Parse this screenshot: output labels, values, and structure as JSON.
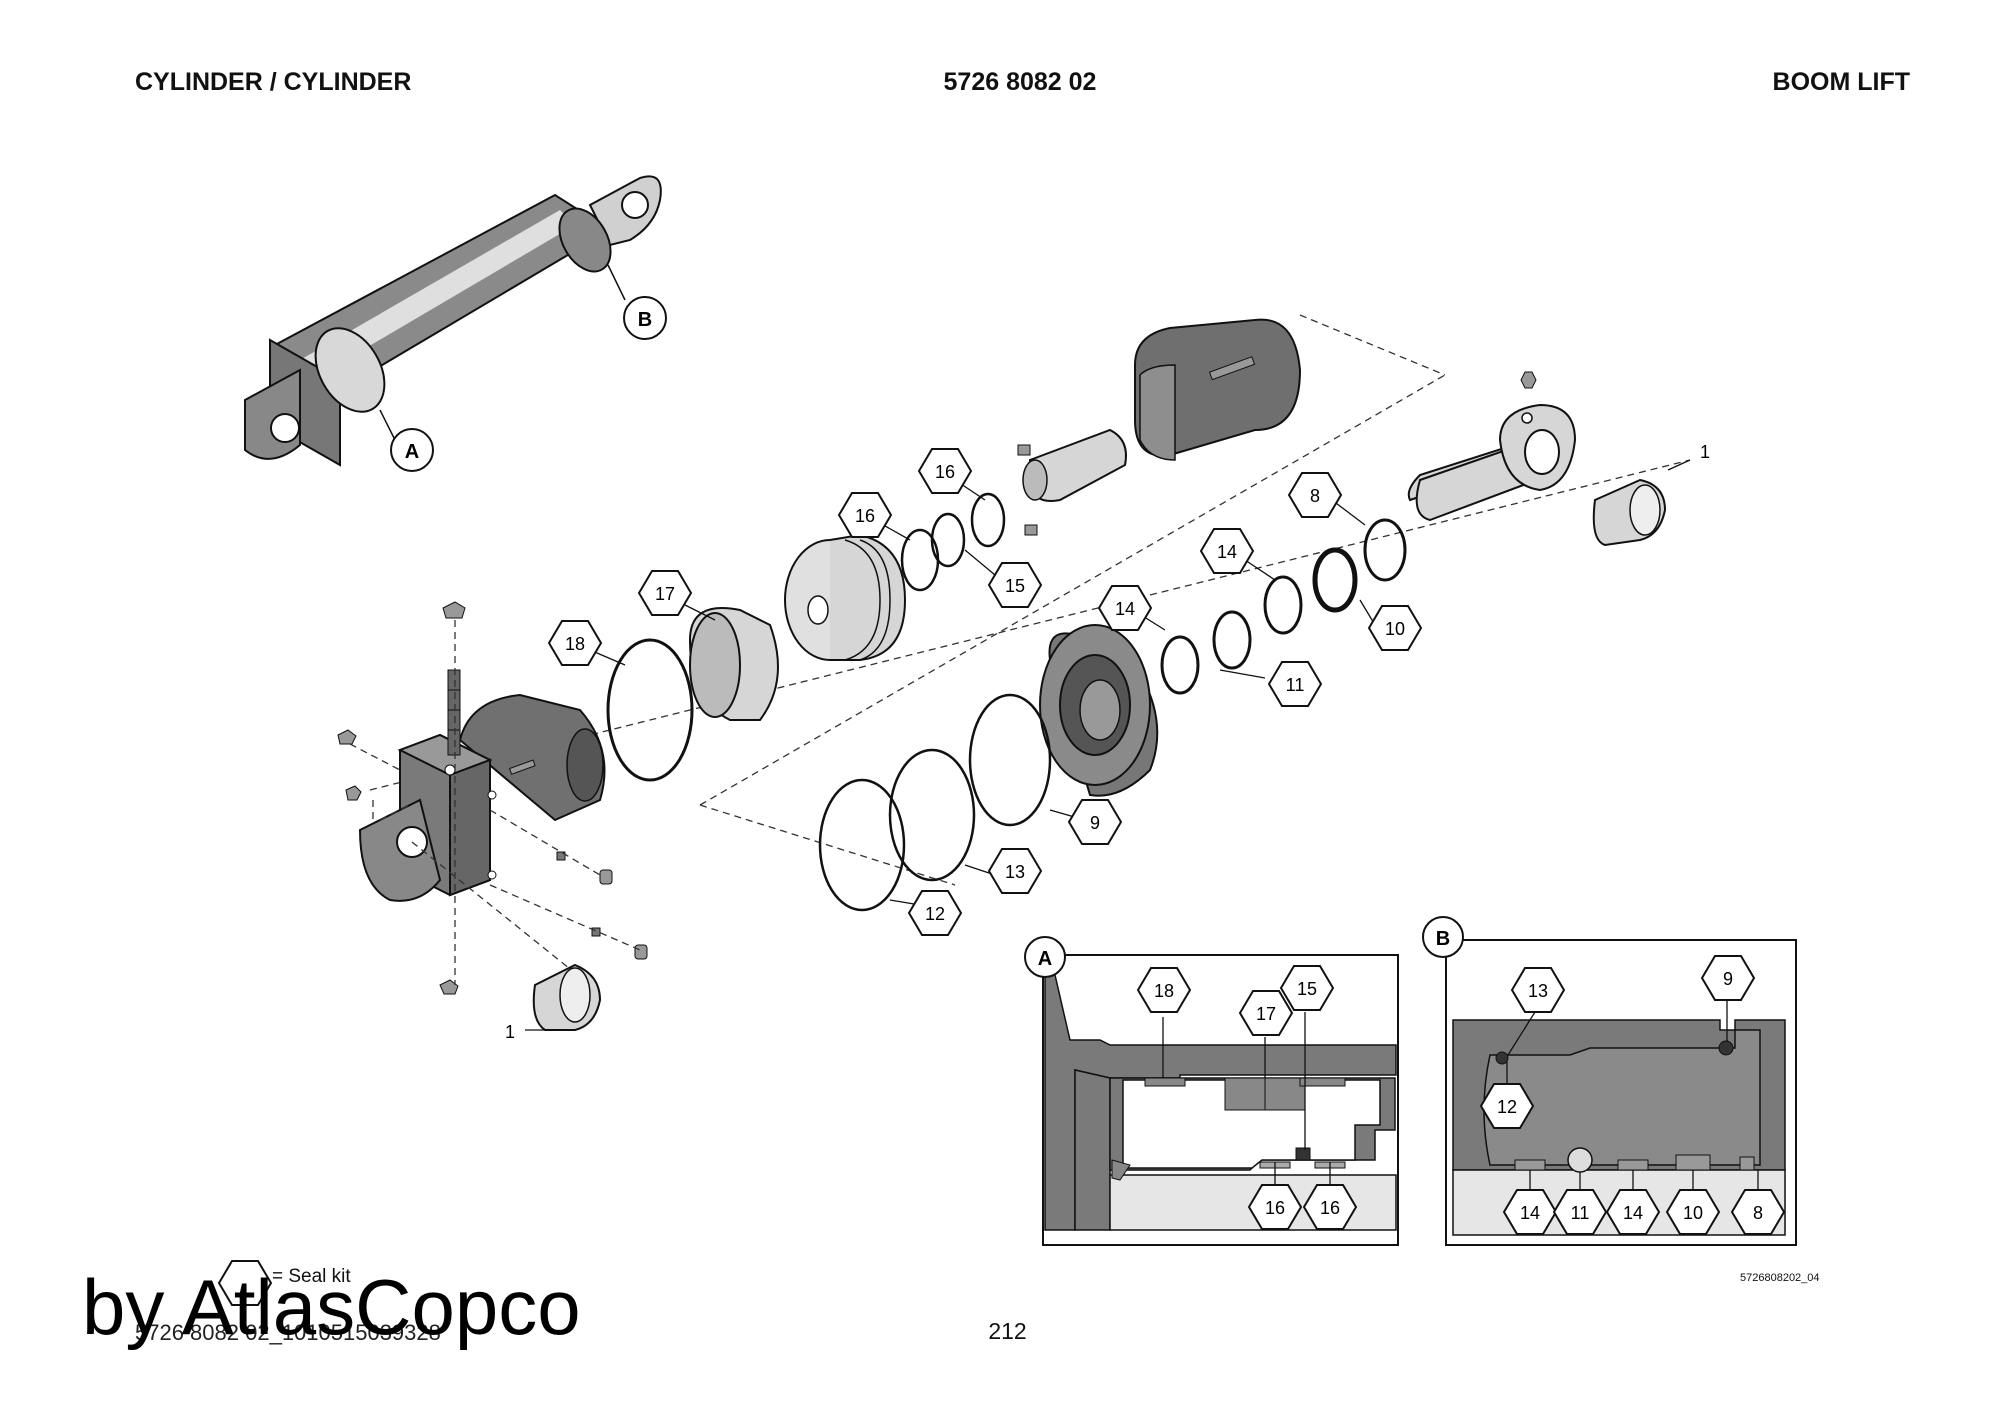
{
  "header": {
    "left": "CYLINDER / CYLINDER",
    "center": "5726 8082 02",
    "right": "BOOM LIFT"
  },
  "callouts": {
    "a": "A",
    "b": "B",
    "p1": "1",
    "p8": "8",
    "p9": "9",
    "p10": "10",
    "p11": "11",
    "p12": "12",
    "p13": "13",
    "p14": "14",
    "p15": "15",
    "p16": "16",
    "p17": "17",
    "p18": "18"
  },
  "legend": {
    "seal_kit": "= Seal kit"
  },
  "figure_code": "5726808202_04",
  "footer": {
    "doc_id": "5726 8082 02_1010515039328",
    "page": "212"
  },
  "watermark": "by AtlasCopco",
  "colors": {
    "part_fill": "#7a7a7a",
    "part_dark": "#555555",
    "light_fill": "#d6d6d6",
    "outline": "#111111"
  }
}
